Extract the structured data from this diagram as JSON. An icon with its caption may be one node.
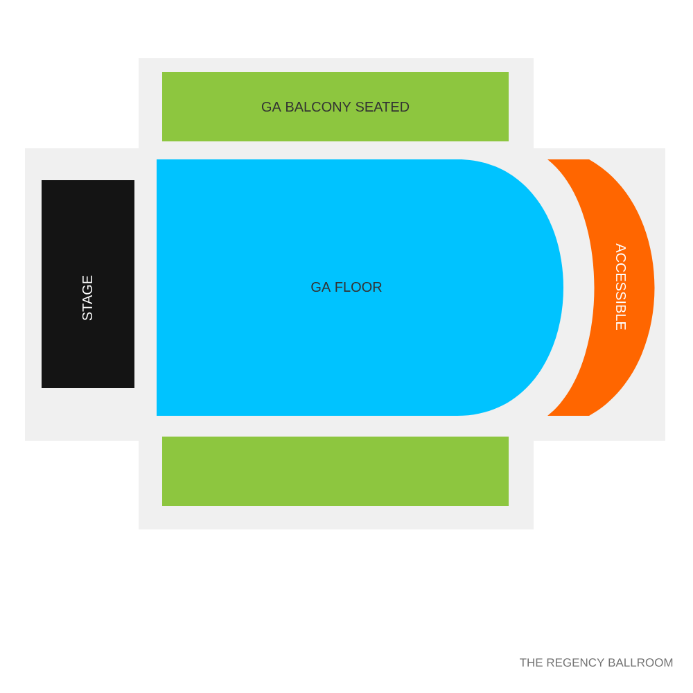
{
  "diagram": {
    "nodes": [
      {
        "text": [
          "GA BALCONY SEATED"
        ]
      },
      {
        "text": [
          "STAGE"
        ]
      },
      {
        "text": [
          "GA FLOOR"
        ]
      },
      {
        "text": [
          "ACCESSIBLE"
        ]
      },
      {
        "text": [],
        "shape": "box"
      }
    ],
    "labels": [
      "THE REGENCY BALLROOM"
    ]
  }
}
